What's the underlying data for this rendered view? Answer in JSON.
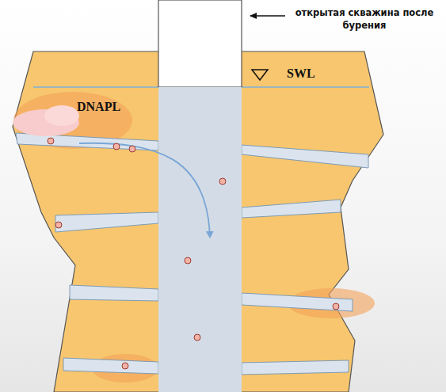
{
  "diagram": {
    "labels": [
      "открытая скважина после бурения",
      "SWL",
      "DNAPL"
    ]
  }
}
